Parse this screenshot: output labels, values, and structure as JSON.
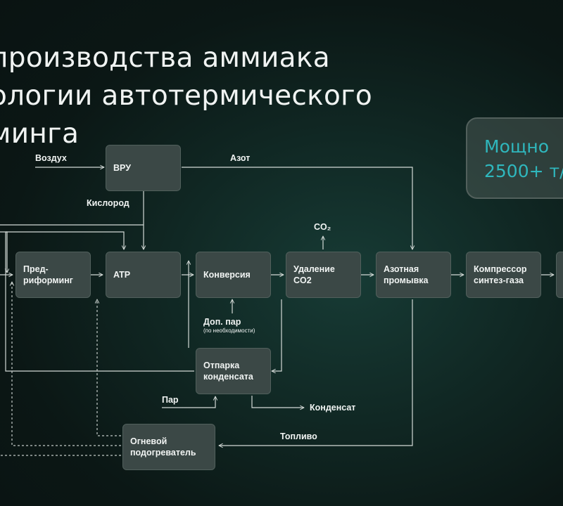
{
  "title": {
    "line1": "производства аммиака",
    "line2": "ологии автотермического",
    "line3": "минга"
  },
  "capacity": {
    "line1": "Мощно",
    "line2": "2500+ т/"
  },
  "nodes": {
    "vru": "ВРУ",
    "prereforming_1": "Пред-",
    "prereforming_2": "риформинг",
    "atr": "ATP",
    "conversion": "Конверсия",
    "co2_removal_1": "Удаление",
    "co2_removal_2": "CO2",
    "nitrogen_wash_1": "Азотная",
    "nitrogen_wash_2": "промывка",
    "compressor_1": "Компрессор",
    "compressor_2": "синтез-газа",
    "stripping_1": "Отпарка",
    "stripping_2": "конденсата",
    "heater_1": "Огневой",
    "heater_2": "подогреватель"
  },
  "labels": {
    "air": "Воздух",
    "nitrogen": "Азот",
    "oxygen": "Кислород",
    "co2": "CO₂",
    "extra_steam": "Доп. пар",
    "if_needed": "(по необходимости)",
    "steam": "Пар",
    "condensate": "Конденсат",
    "fuel": "Топливо"
  }
}
